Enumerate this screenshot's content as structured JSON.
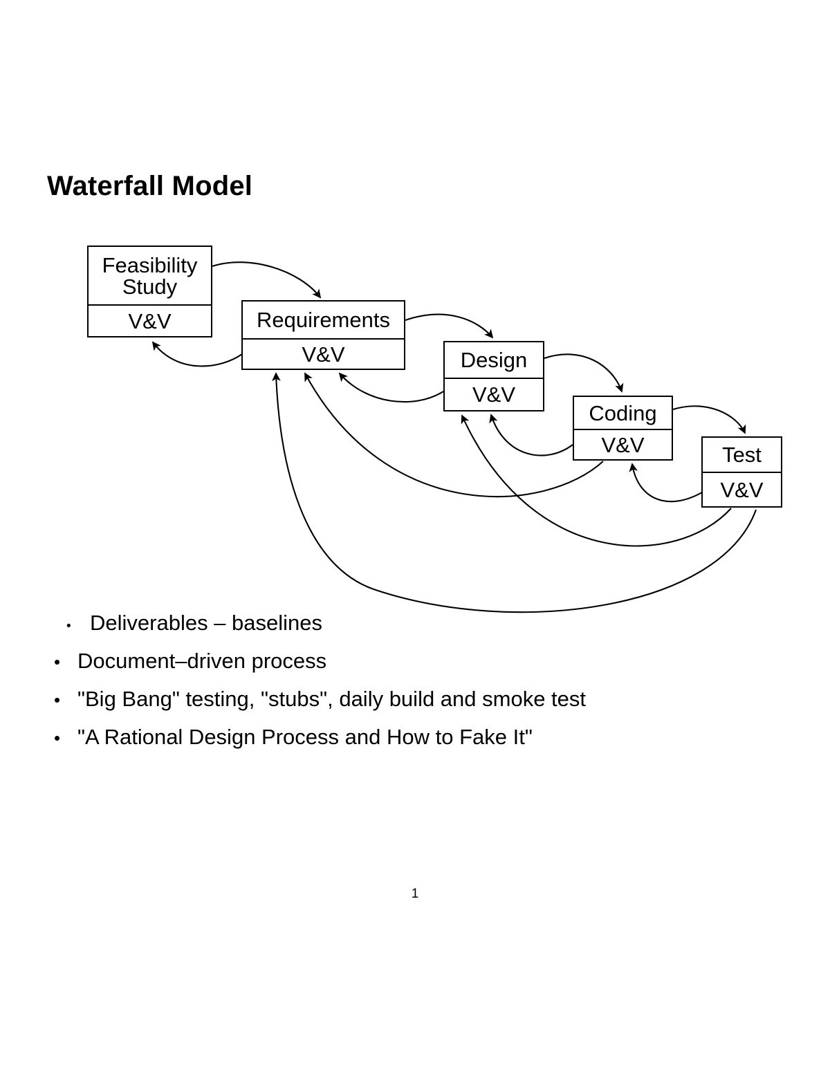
{
  "slide": {
    "title": "Waterfall Model",
    "page_number": "1"
  },
  "diagram": {
    "vv_label": "V&V",
    "stages": [
      {
        "id": "feasibility",
        "name": "Feasibility\nStudy",
        "vv": "V&V"
      },
      {
        "id": "requirements",
        "name": "Requirements",
        "vv": "V&V"
      },
      {
        "id": "design",
        "name": "Design",
        "vv": "V&V"
      },
      {
        "id": "coding",
        "name": "Coding",
        "vv": "V&V"
      },
      {
        "id": "test",
        "name": "Test",
        "vv": "V&V"
      }
    ],
    "forward_flow": [
      "feasibility -> requirements",
      "requirements -> design",
      "design -> coding",
      "coding -> test"
    ],
    "feedback_flow": [
      "requirements -> feasibility",
      "design -> requirements",
      "coding -> design",
      "coding -> requirements",
      "test -> coding",
      "test -> design",
      "test -> requirements"
    ],
    "line_color": "#000000",
    "box_border_color": "#000000",
    "box_fill_color": "#ffffff"
  },
  "bullets": [
    {
      "marker": "•",
      "text": "Deliverables – baselines",
      "indented": true
    },
    {
      "marker": "•",
      "text": "Document–driven process",
      "indented": false
    },
    {
      "marker": "•",
      "text": "\"Big Bang\" testing, \"stubs\", daily build and smoke test",
      "indented": false
    },
    {
      "marker": "•",
      "text": "\"A Rational Design Process and How to Fake It\"",
      "indented": false
    }
  ]
}
